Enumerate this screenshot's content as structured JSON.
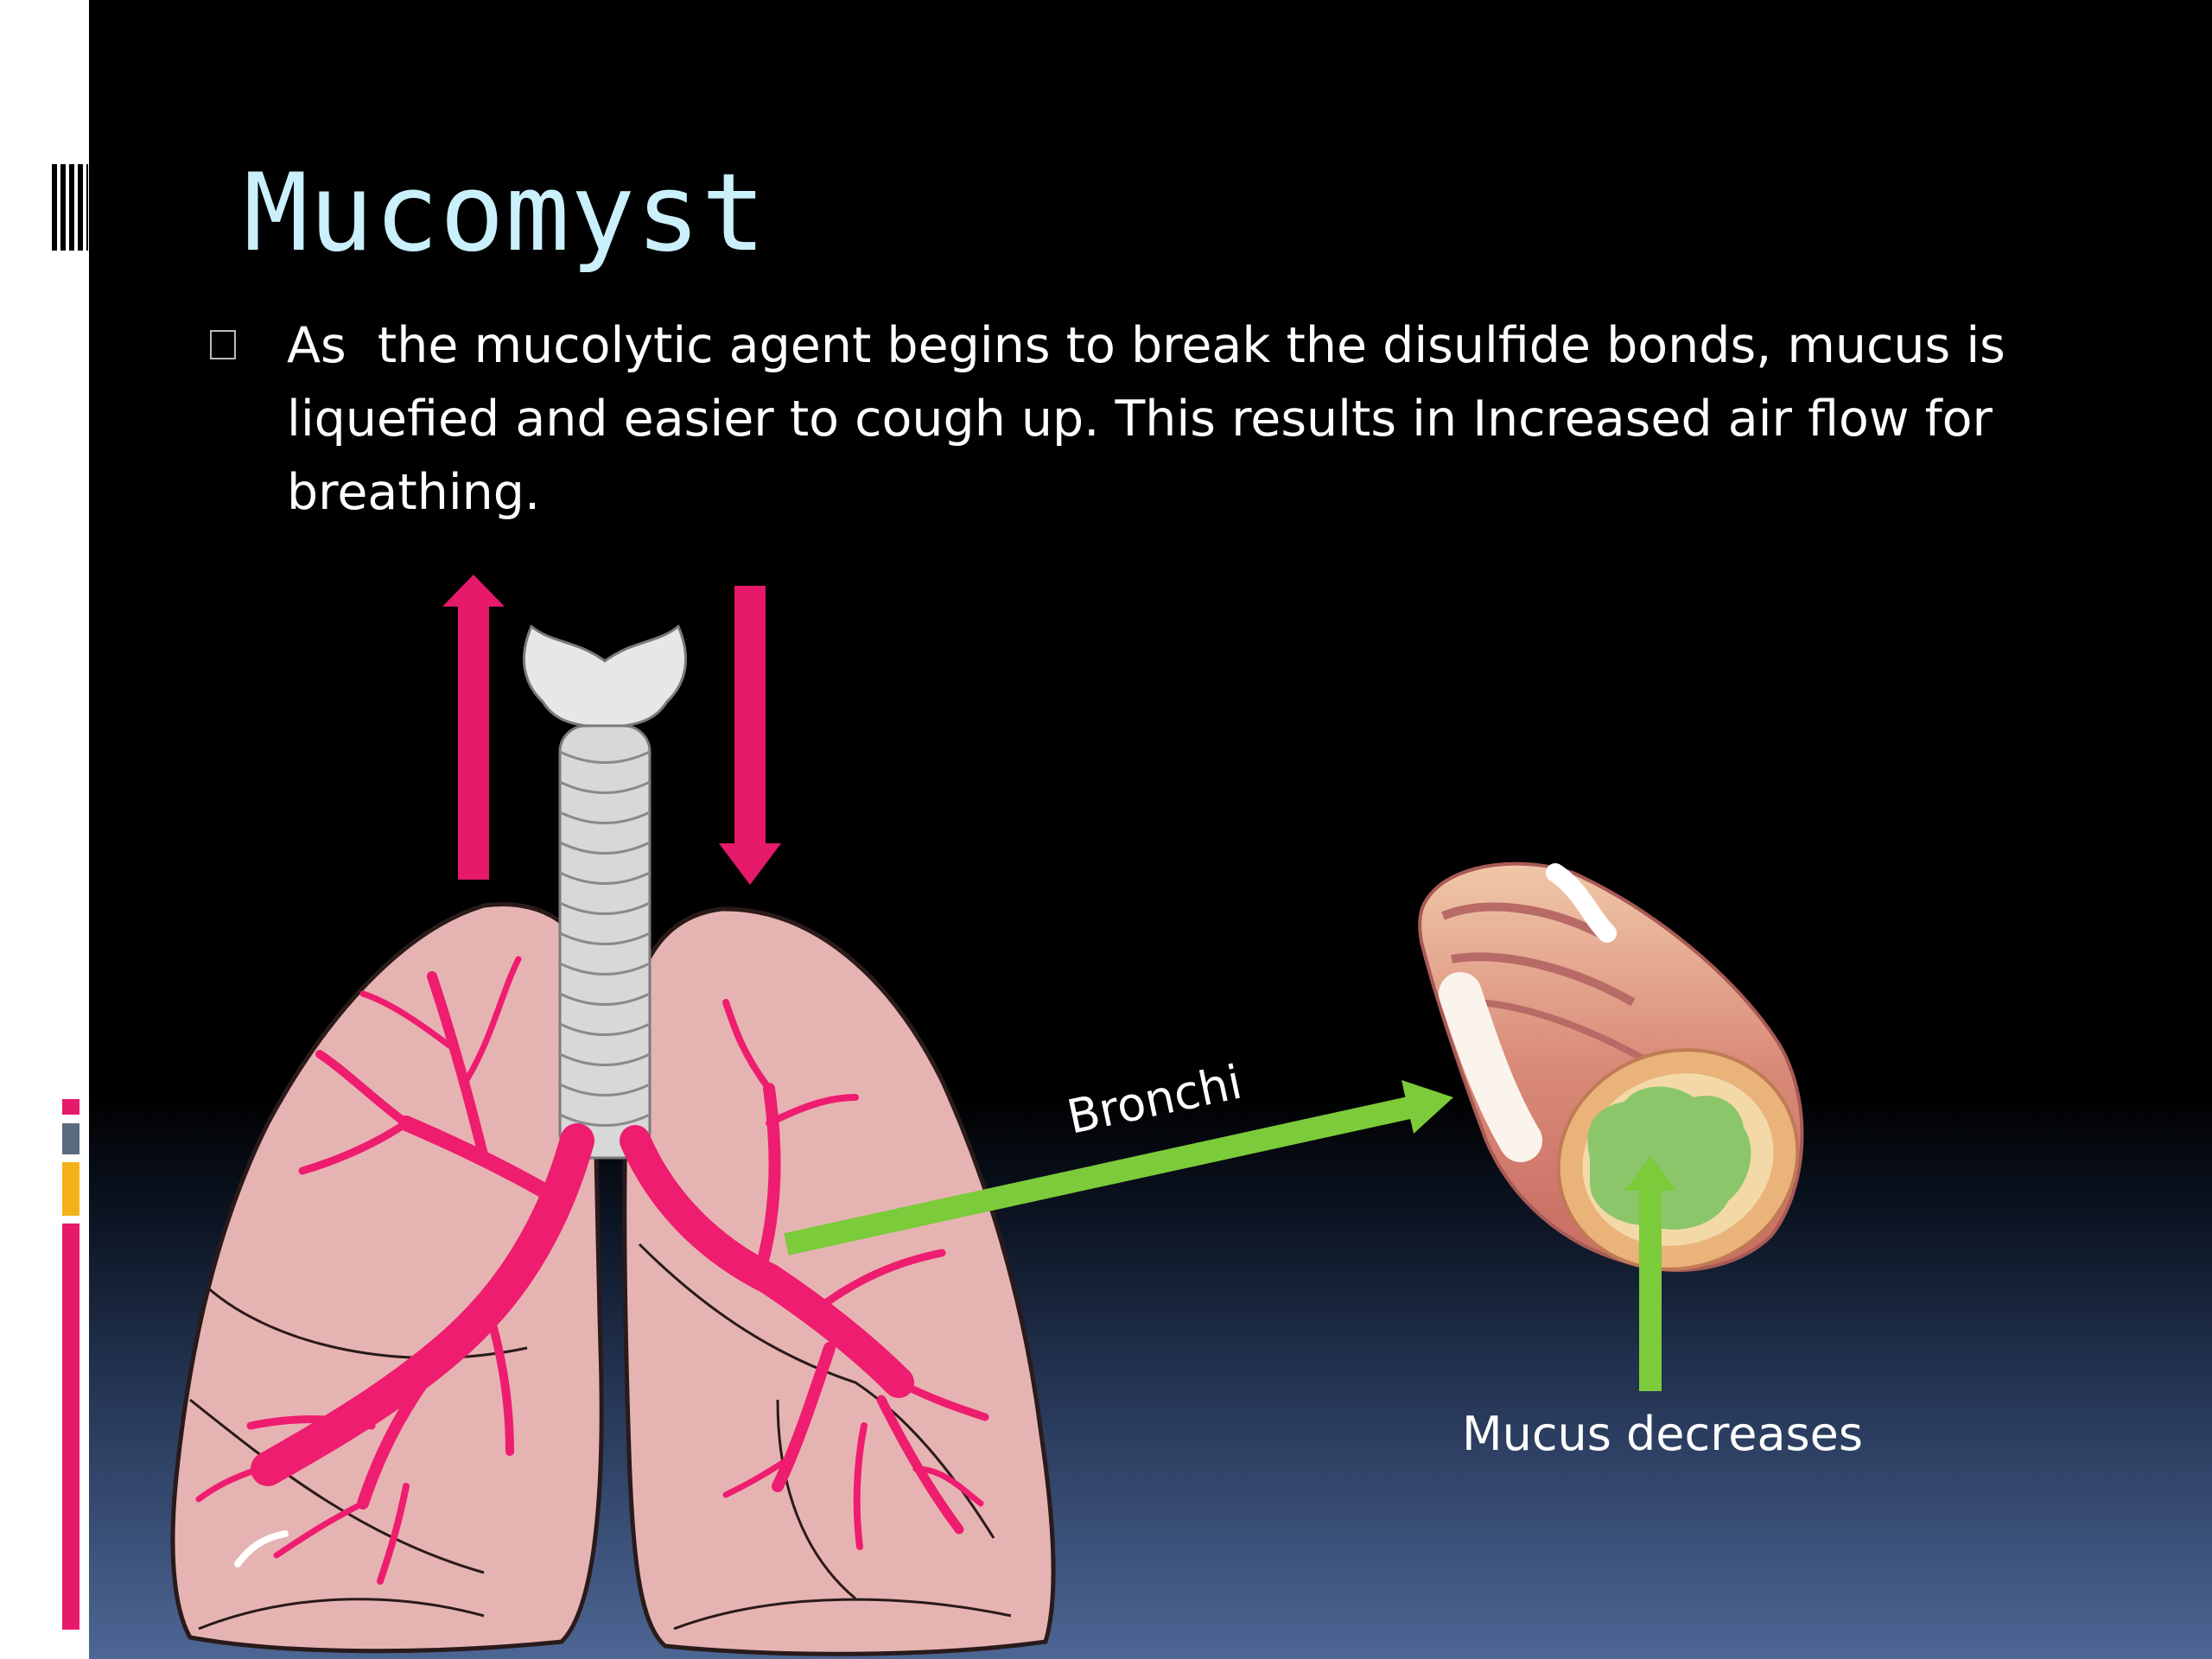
{
  "slide": {
    "title": "Mucomyst",
    "bullet": "As  the mucolytic agent begins to break the disulfide bonds, mucus is liquefied and easier to cough up. This results in Increased air flow for breathing."
  },
  "diagram": {
    "bronchi_label": "Bronchi",
    "mucus_label": "Mucus decreases",
    "colors": {
      "airflow_arrows": "#e6196b",
      "pointer_arrows": "#7ccb3a",
      "lung_fill": "#e6b3b3",
      "bronchi_tree": "#ee1d6f",
      "mucus": "#8cc66a",
      "title": "#c9f0fb"
    },
    "icons": [
      "lungs-illustration",
      "trachea-illustration",
      "bronchus-cross-section-illustration"
    ]
  }
}
